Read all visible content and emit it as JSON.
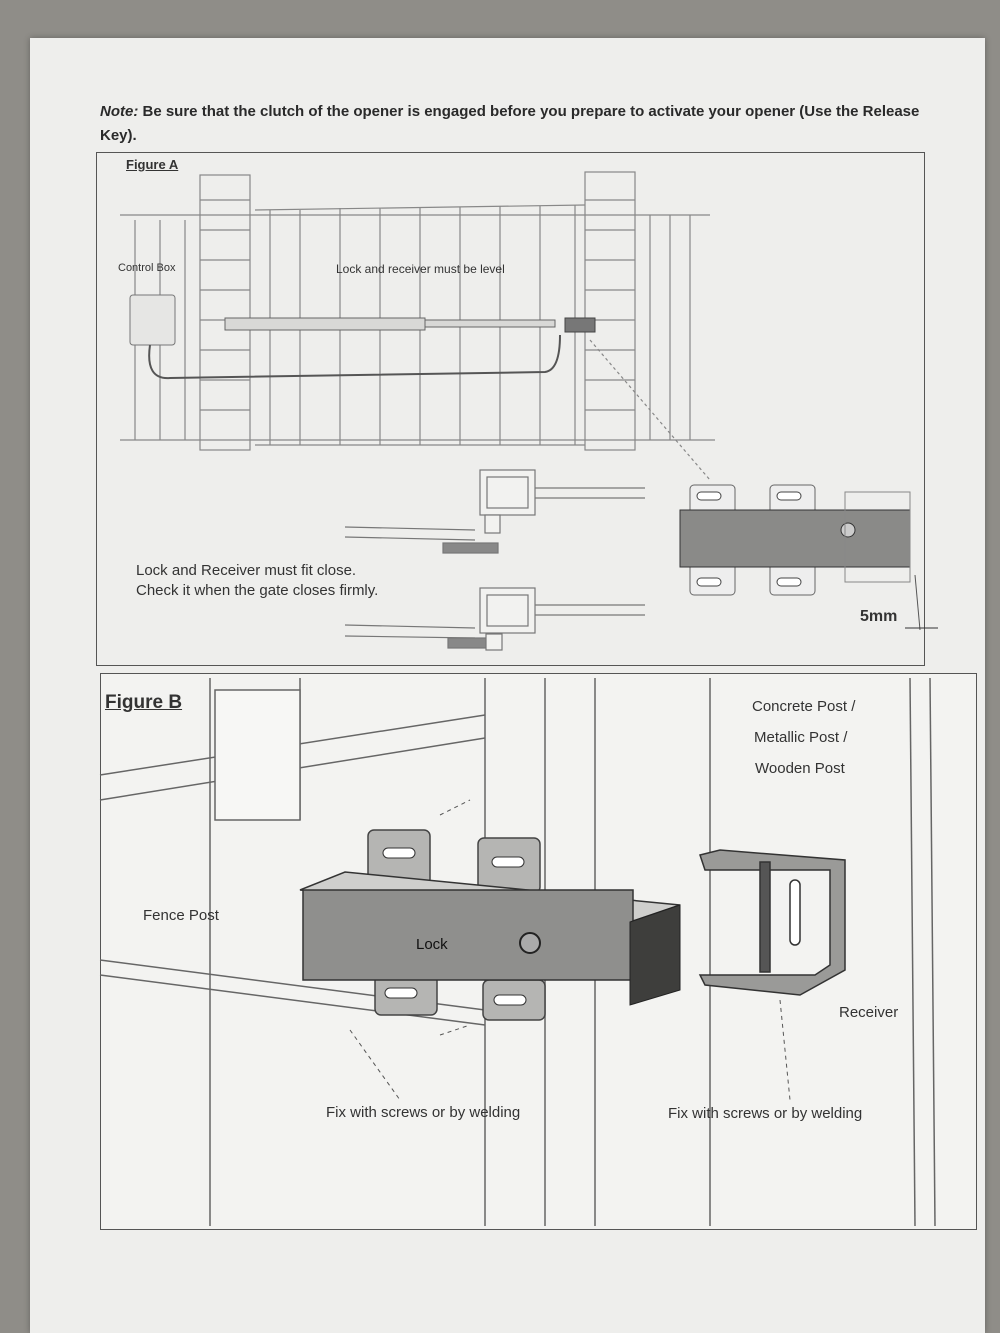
{
  "note": {
    "label": "Note:",
    "text": "Be sure that the clutch of the opener is engaged before you prepare to activate your opener (Use the Release Key)."
  },
  "figure_a": {
    "title": "Figure A",
    "control_box": "Control Box",
    "level_text": "Lock and receiver must be level",
    "fit_line1": "Lock and Receiver must fit close.",
    "fit_line2": "Check it when the gate closes firmly.",
    "gap": "5mm"
  },
  "figure_b": {
    "title": "Figure B",
    "post_line1": "Concrete Post /",
    "post_line2": "Metallic Post /",
    "post_line3": "Wooden Post",
    "fence_post": "Fence Post",
    "lock": "Lock",
    "receiver": "Receiver",
    "fix_left": "Fix with screws or by welding",
    "fix_right": "Fix with screws or by welding"
  },
  "colors": {
    "paper": "#eeeeec",
    "lock_body": "#8a8a88",
    "background": "#8f8d88"
  }
}
